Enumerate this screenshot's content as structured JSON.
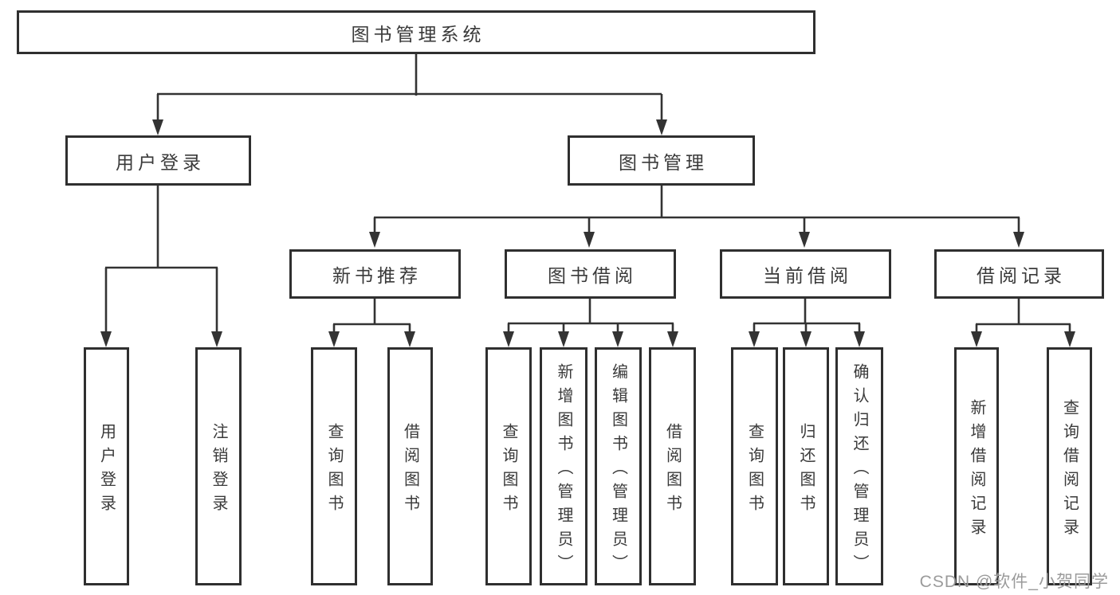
{
  "tree": {
    "root": {
      "label": "图书管理系统"
    },
    "branches": [
      {
        "label": "用户登录",
        "children": [
          {
            "label": "用户登录"
          },
          {
            "label": "注销登录"
          }
        ]
      },
      {
        "label": "图书管理",
        "children": [
          {
            "label": "新书推荐",
            "children": [
              {
                "label": "查询图书"
              },
              {
                "label": "借阅图书"
              }
            ]
          },
          {
            "label": "图书借阅",
            "children": [
              {
                "label": "查询图书"
              },
              {
                "label": "新增图书（管理员）"
              },
              {
                "label": "编辑图书（管理员）"
              },
              {
                "label": "借阅图书"
              }
            ]
          },
          {
            "label": "当前借阅",
            "children": [
              {
                "label": "查询图书"
              },
              {
                "label": "归还图书"
              },
              {
                "label": "确认归还（管理员）"
              }
            ]
          },
          {
            "label": "借阅记录",
            "children": [
              {
                "label": "新增借阅记录"
              },
              {
                "label": "查询借阅记录"
              }
            ]
          }
        ]
      }
    ]
  },
  "watermark": {
    "text": "CSDN @软件_小贺同学"
  },
  "colors": {
    "line": "#333333",
    "border": "#2f2f2f",
    "text": "#3a3a3a",
    "background": "#ffffff",
    "watermark": "#9b9b9b"
  }
}
